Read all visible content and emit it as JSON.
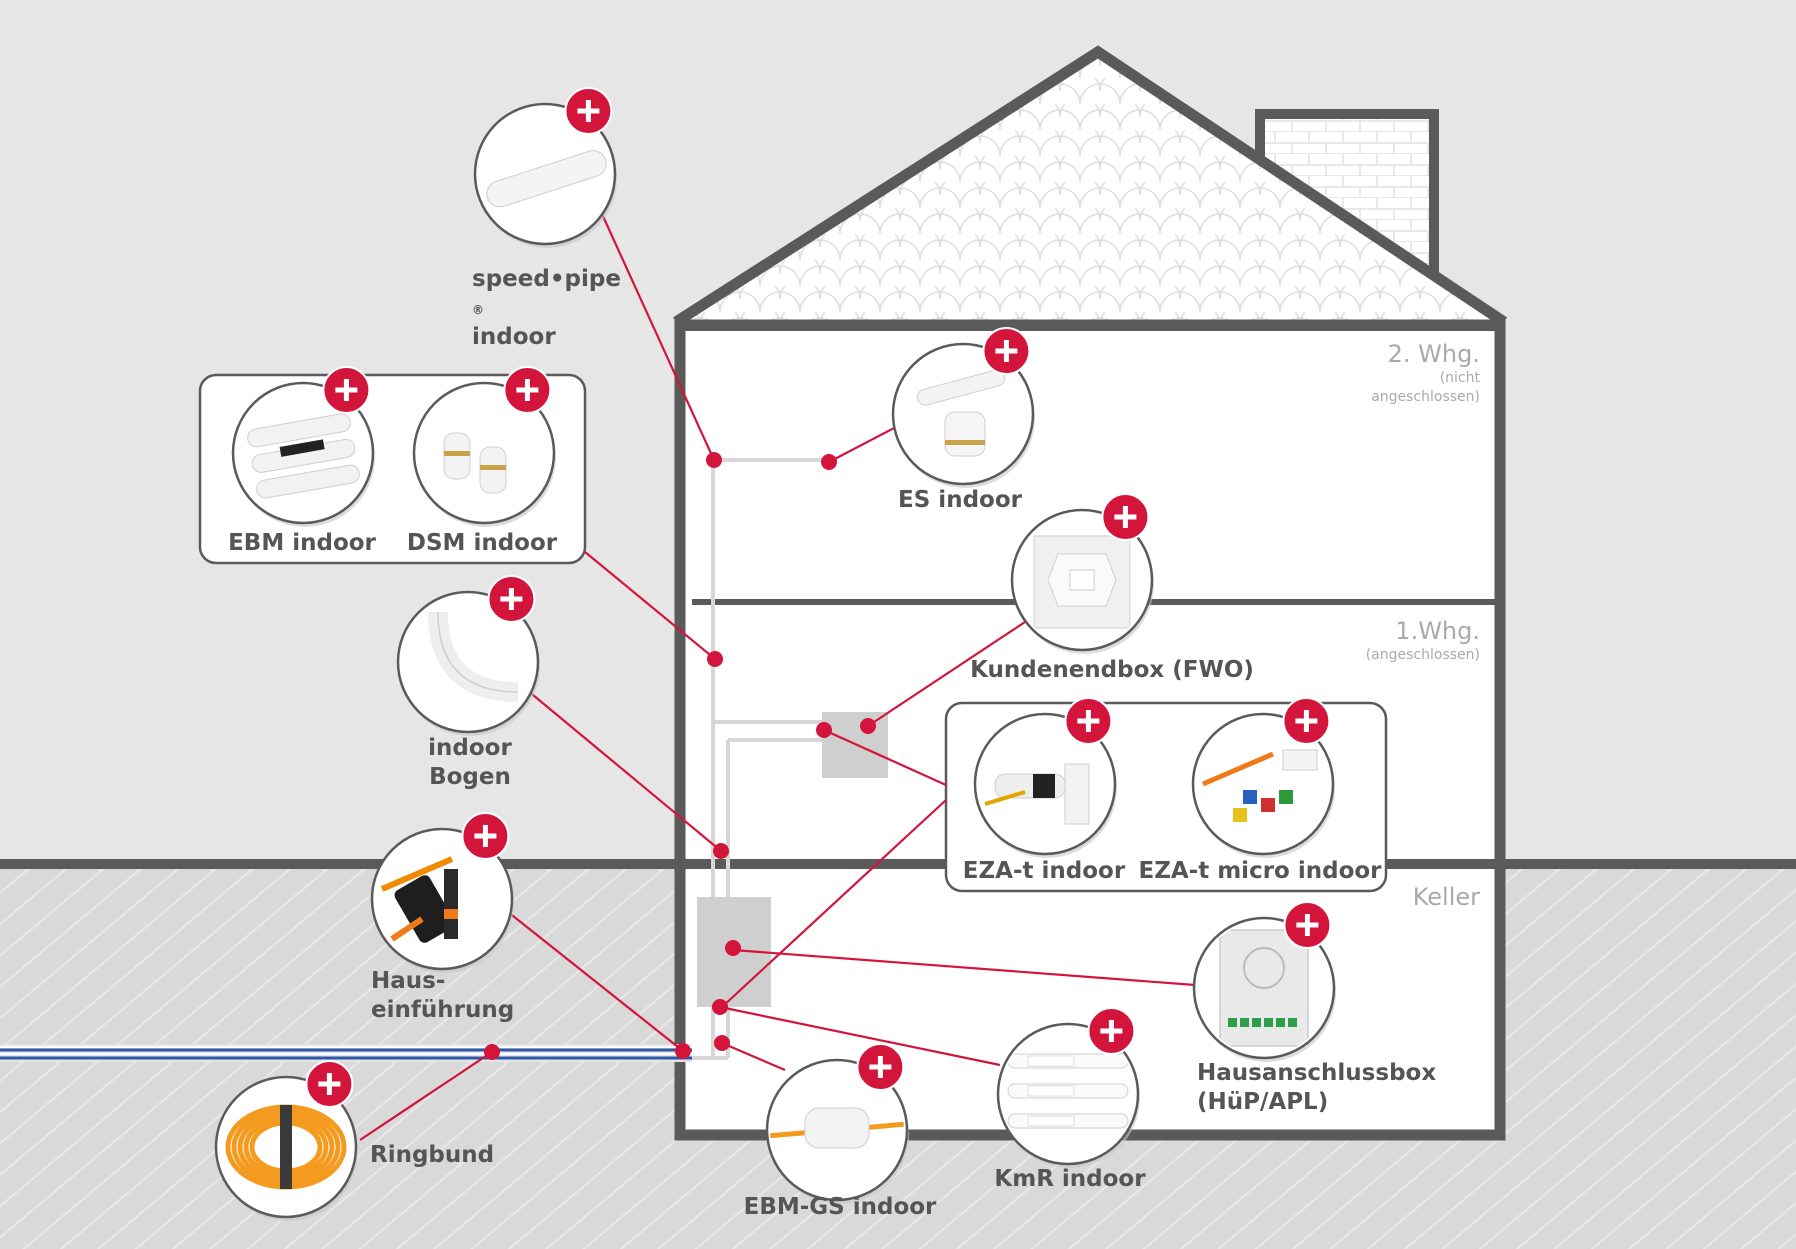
{
  "products": [
    {
      "id": "speedpipe-indoor",
      "lines": [
        "speed•pipe",
        "indoor"
      ],
      "sup": "®"
    },
    {
      "id": "ebm-indoor",
      "lines": [
        "EBM indoor"
      ]
    },
    {
      "id": "dsm-indoor",
      "lines": [
        "DSM indoor"
      ]
    },
    {
      "id": "es-indoor",
      "lines": [
        "ES indoor"
      ]
    },
    {
      "id": "kundenendbox",
      "lines": [
        "Kundenendbox (FWO)"
      ]
    },
    {
      "id": "indoor-bogen",
      "lines": [
        "indoor",
        "Bogen"
      ]
    },
    {
      "id": "eza-t-indoor",
      "lines": [
        "EZA-t indoor"
      ]
    },
    {
      "id": "eza-t-micro-indoor",
      "lines": [
        "EZA-t micro indoor"
      ]
    },
    {
      "id": "hauseinfuehrung",
      "lines": [
        "Haus-",
        "einführung"
      ]
    },
    {
      "id": "hausanschlussbox",
      "lines": [
        "Hausanschlussbox",
        "(HüP/APL)"
      ]
    },
    {
      "id": "ringbund",
      "lines": [
        "Ringbund"
      ]
    },
    {
      "id": "ebm-gs-indoor",
      "lines": [
        "EBM-GS indoor"
      ]
    },
    {
      "id": "kmr-indoor",
      "lines": [
        "KmR indoor"
      ]
    }
  ],
  "floors": {
    "second": {
      "title": "2. Whg.",
      "sub": [
        "(nicht",
        "angeschlossen)"
      ]
    },
    "first": {
      "title": "1.Whg.",
      "sub": [
        "(angeschlossen)"
      ]
    },
    "basement": {
      "title": "Keller"
    }
  },
  "colors": {
    "accent": "#d3153b",
    "house": "#5a5a5a",
    "background": "#e6e6e6",
    "basement": "#d8d8d8",
    "duct": "#d6d6d6",
    "cable_blue": "#2c58a8"
  },
  "icons": {
    "plus": "plus-icon"
  }
}
